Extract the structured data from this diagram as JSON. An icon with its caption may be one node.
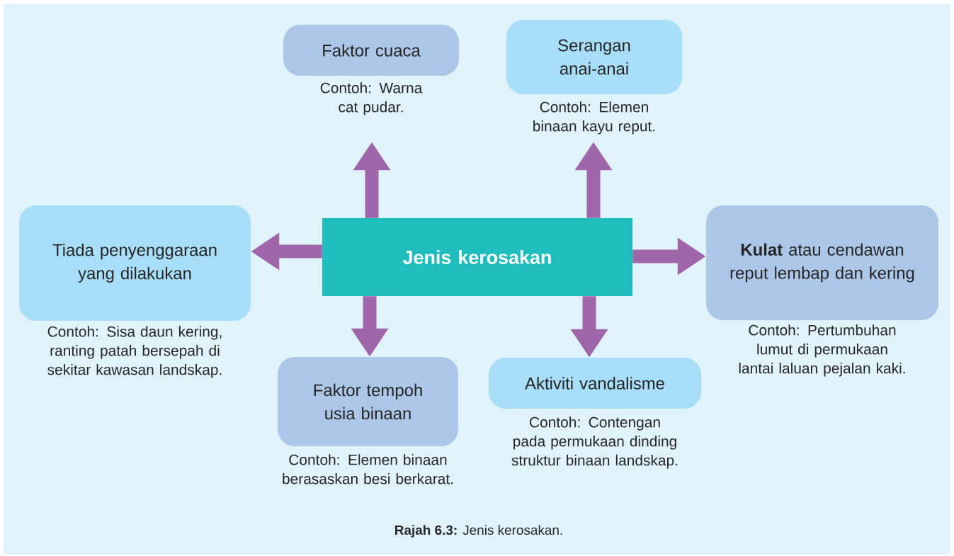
{
  "diagram": {
    "caption": "**Rajah 6.3:** Jenis kerosakan.",
    "nodes": [
      {
        "text": [
          "Faktor cuaca"
        ],
        "beside": [
          "Contoh: Warna cat pudar."
        ]
      },
      {
        "text": [
          "Serangan anai-anai"
        ],
        "beside": [
          "Contoh: Elemen binaan kayu reput."
        ]
      },
      {
        "text": [
          "Tiada penyenggaraan yang dilakukan"
        ],
        "beside": [
          "Contoh: Sisa daun kering, ranting patah bersepah di sekitar kawasan landskap."
        ]
      },
      {
        "text": [
          "Jenis kerosakan"
        ]
      },
      {
        "text": [
          "**Kulat** atau cendawan reput lembap dan kering"
        ],
        "beside": [
          "Contoh: Pertumbuhan lumut di permukaan lantai laluan pejalan kaki."
        ]
      },
      {
        "text": [
          "Faktor tempoh usia binaan"
        ],
        "beside": [
          "Contoh: Elemen binaan berasaskan besi berkarat."
        ]
      },
      {
        "text": [
          "Aktiviti vandalisme"
        ],
        "beside": [
          "Contoh: Contengan pada permukaan dinding struktur binaan landskap."
        ]
      }
    ],
    "edges": [
      {
        "from": 3,
        "to": 0,
        "arrow": "to"
      },
      {
        "from": 3,
        "to": 1,
        "arrow": "to"
      },
      {
        "from": 3,
        "to": 2,
        "arrow": "to"
      },
      {
        "from": 3,
        "to": 4,
        "arrow": "to"
      },
      {
        "from": 3,
        "to": 5,
        "arrow": "to"
      },
      {
        "from": 3,
        "to": 6,
        "arrow": "to"
      }
    ]
  }
}
